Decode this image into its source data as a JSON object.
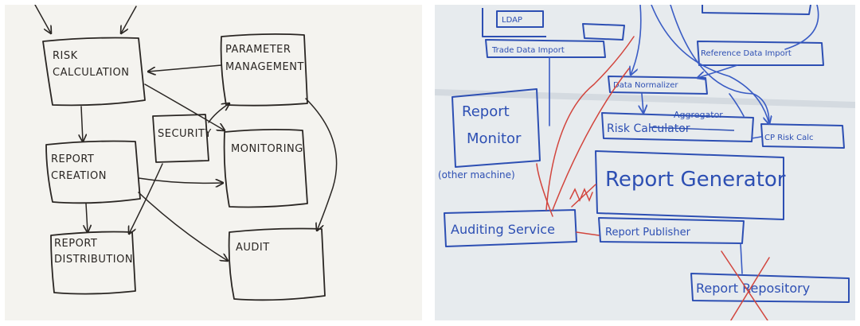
{
  "left_sketch": {
    "risk_calculation": [
      "RISK",
      "CALCULATION"
    ],
    "parameter_management": [
      "PARAMETER",
      "MANAGEMENT"
    ],
    "security": "SECURITY",
    "monitoring": "MONITORING",
    "report_creation": [
      "REPORT",
      "CREATION"
    ],
    "report_distribution": [
      "REPORT",
      "DISTRIBUTION"
    ],
    "audit": "AUDIT"
  },
  "right_sketch": {
    "ldap": "LDAP",
    "trade_data_import": "Trade Data Import",
    "reference_data_import": "Reference Data Import",
    "data_normalizer": "Data Normalizer",
    "aggregator": "Aggregator",
    "risk_calculator": "Risk Calculator",
    "cp_risk_calc": "CP Risk Calc",
    "report_monitor": [
      "Report",
      "Monitor"
    ],
    "other_machine": "(other machine)",
    "report_generator": "Report Generator",
    "auditing_service": "Auditing Service",
    "report_publisher": "Report Publisher",
    "report_repository": "Report Repository"
  },
  "colors": {
    "pencil": "#2a2623",
    "blue_marker": "#2d4fb3",
    "red_marker": "#d2453d"
  }
}
